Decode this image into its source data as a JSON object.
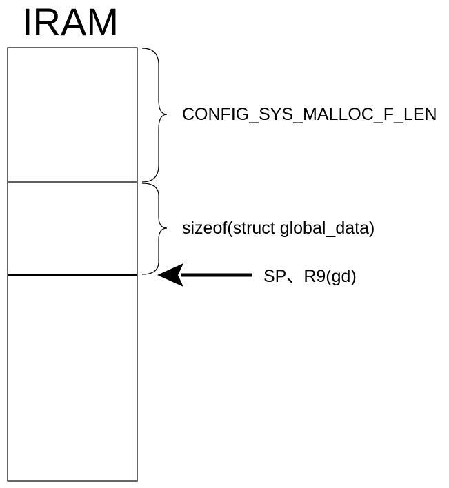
{
  "diagram": {
    "title": "IRAM",
    "regions": [
      {
        "label": "CONFIG_SYS_MALLOC_F_LEN"
      },
      {
        "label": "sizeof(struct global_data)"
      }
    ],
    "pointer": {
      "label": "SP、R9(gd)"
    }
  }
}
